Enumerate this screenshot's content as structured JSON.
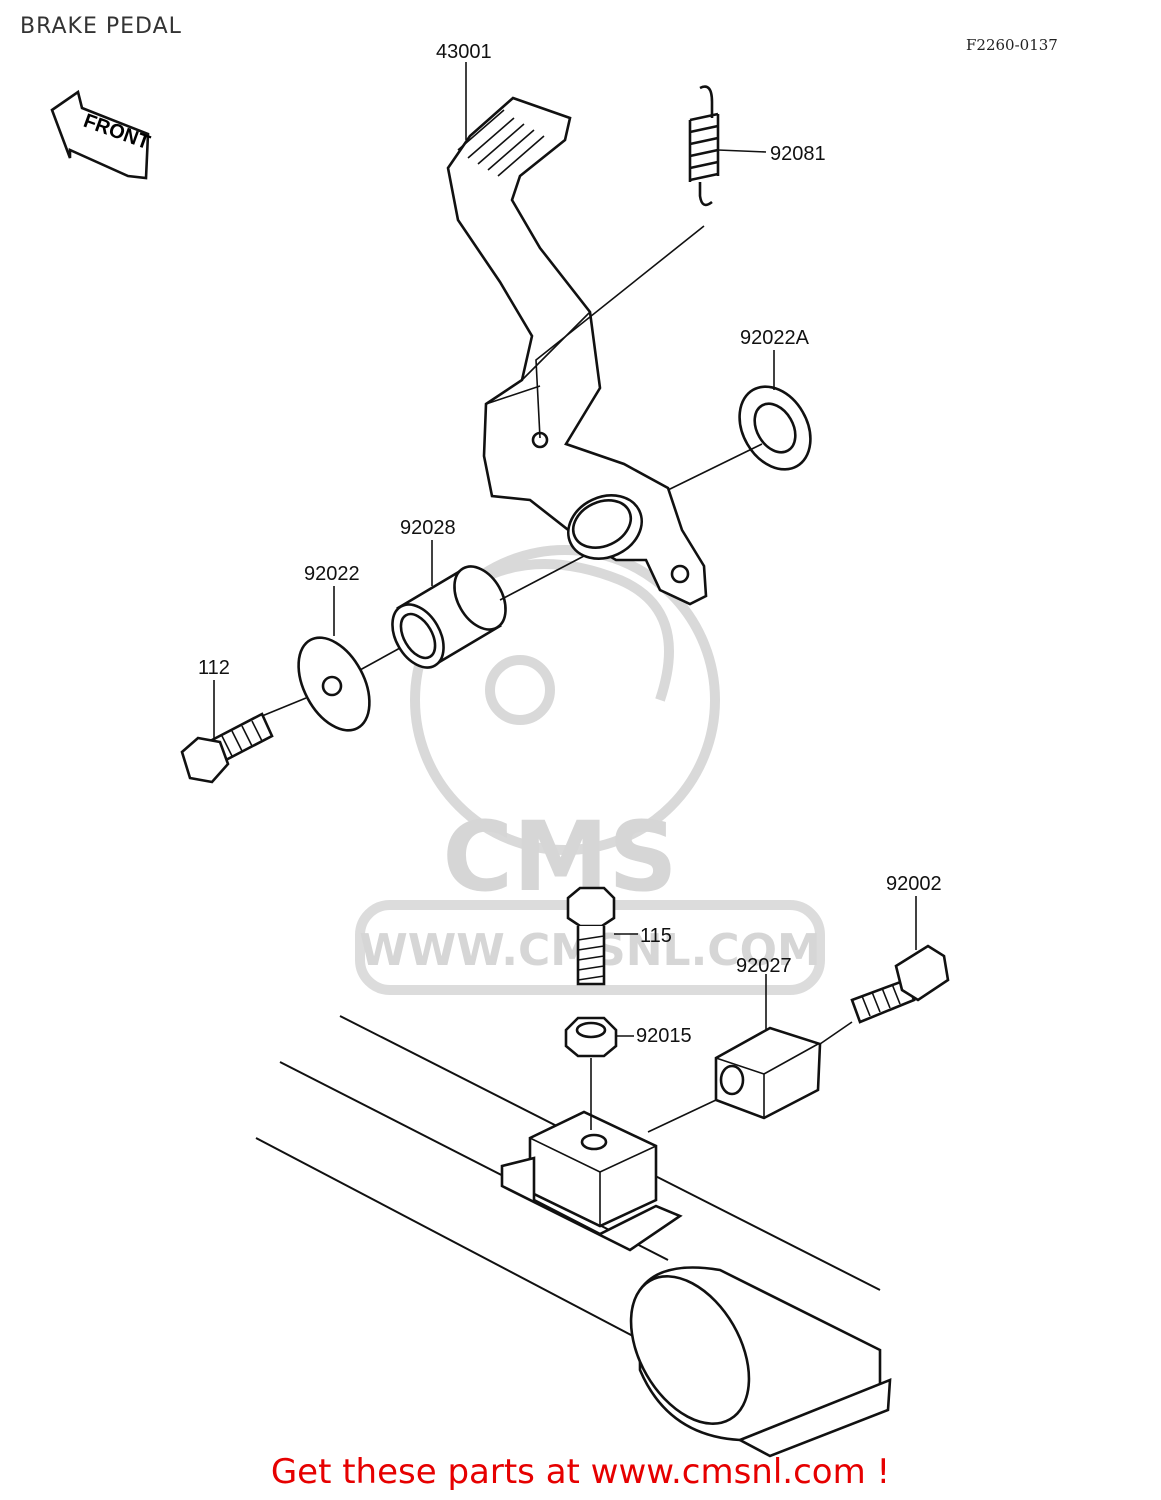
{
  "title": "BRAKE PEDAL",
  "reference_code": "F2260-0137",
  "front_arrow_label": "FRONT",
  "watermark": {
    "logo_text": "CMS",
    "url_text": "WWW.CMSNL.COM"
  },
  "callouts": {
    "c43001": "43001",
    "c92081": "92081",
    "c92022A": "92022A",
    "c92028": "92028",
    "c92022": "92022",
    "c112": "112",
    "c92002": "92002",
    "c115": "115",
    "c92027": "92027",
    "c92015": "92015"
  },
  "cta_text": "Get these parts at www.cmsnl.com !"
}
